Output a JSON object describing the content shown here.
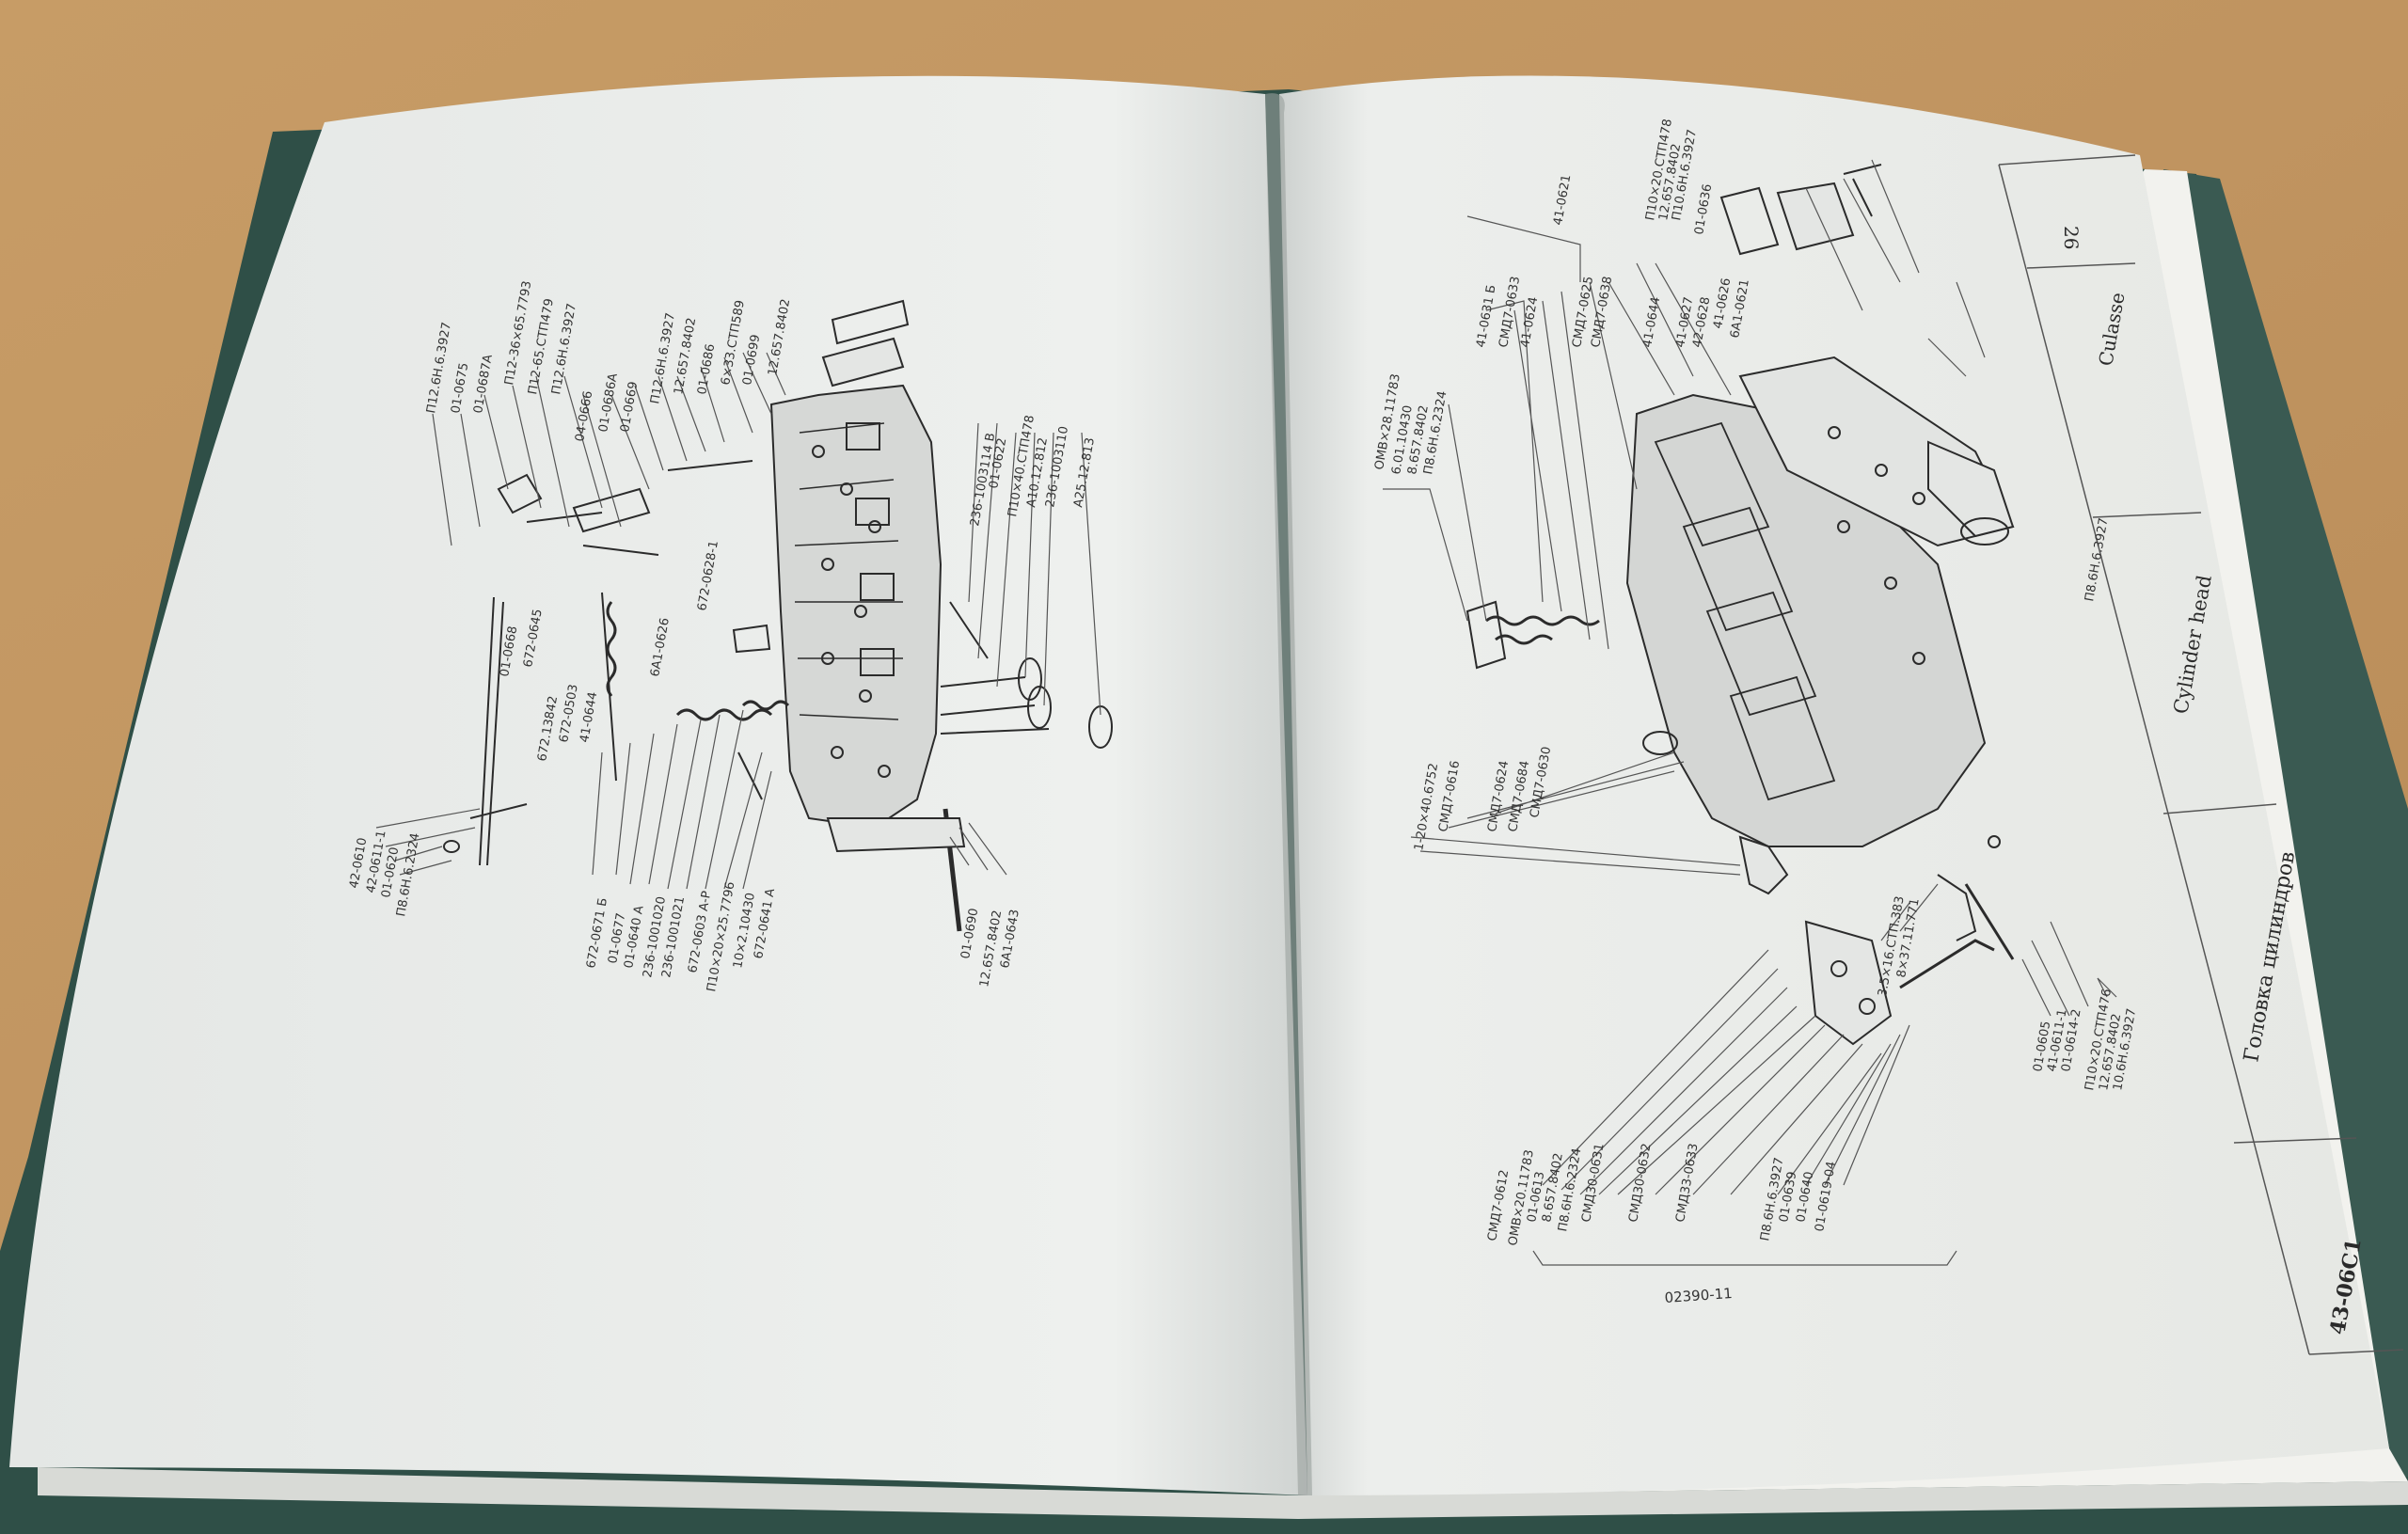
{
  "scene": {
    "kind": "photograph of an open parts catalogue on a cardboard surface"
  },
  "left_page": {
    "labels": [
      "П12.6Н.6.3927",
      "01-0675",
      "01-0687А",
      "П12-36×65.7793",
      "П12-65.СТП479",
      "П12.6Н.6.3927",
      "04-0666",
      "01-0686А",
      "01-0669",
      "П12.6Н.6.3927",
      "12.657.8402",
      "01-0686",
      "6×33.СТП589",
      "01-0699",
      "12.657.8402",
      "01-0668",
      "672-0645",
      "672-0628-1",
      "6А1-0626",
      "672.13842",
      "672-0503",
      "41-0644",
      "42-0610",
      "42-0611-1",
      "01-0620",
      "П8.6Н.6.2324",
      "672-0671 Б",
      "01-0677",
      "01-0640 А",
      "236-1001020",
      "236-1001021",
      "672-0603 А-Р",
      "П10×20×25.7796",
      "10×2.10430",
      "672-0641 А",
      "236-1003114 В",
      "01-0622",
      "П10×40.СТП478",
      "А10.12.812",
      "236-1003110",
      "А25.12.813",
      "01-0690",
      "12.657.8402",
      "6А1-0643"
    ]
  },
  "right_page": {
    "side_titles": {
      "number": "26",
      "fr": "Culasse",
      "en": "Cylinder head",
      "ru": "Головка цилиндров",
      "code": "43-06С1"
    },
    "labels_top": [
      "П10×20.СТП478",
      "12.657.8402",
      "П10.6Н.6.3927",
      "01-0636",
      "41-0626",
      "6А1-0621",
      "41-0627",
      "42-0628",
      "41-0644",
      "СМД7-0625",
      "СМД7-0638",
      "41-0624",
      "СМД7-0633",
      "41-0631 Б",
      "41-0621",
      "ОМВ×28.11783",
      "6.01.10430",
      "8.657.8402",
      "П8.6Н.6.2324"
    ],
    "labels_left": [
      "1-20×40.6752",
      "СМД7-0616",
      "СМД7-0624",
      "СМД7-0684",
      "СМД7-0630"
    ],
    "labels_bottom": [
      "СМД7-0612",
      "ОМВ×20.11783",
      "01-0613",
      "8.657.8402",
      "П8.6Н.6.2324",
      "СМД30-0631",
      "СМД30-0632",
      "СМД33-0633",
      "П8.6Н.6.3927",
      "01-0639",
      "01-0640",
      "01-0619-04",
      "3.5×16.СТП.383",
      "8×37.11.771"
    ],
    "bracket_label": "02390-11",
    "labels_right": [
      "01-0605",
      "41-0611-1",
      "01-0614-2",
      "П10×20.СТП476",
      "12.657.8402",
      "10.6Н.6.3927",
      "П8.6Н.6.3927"
    ]
  }
}
